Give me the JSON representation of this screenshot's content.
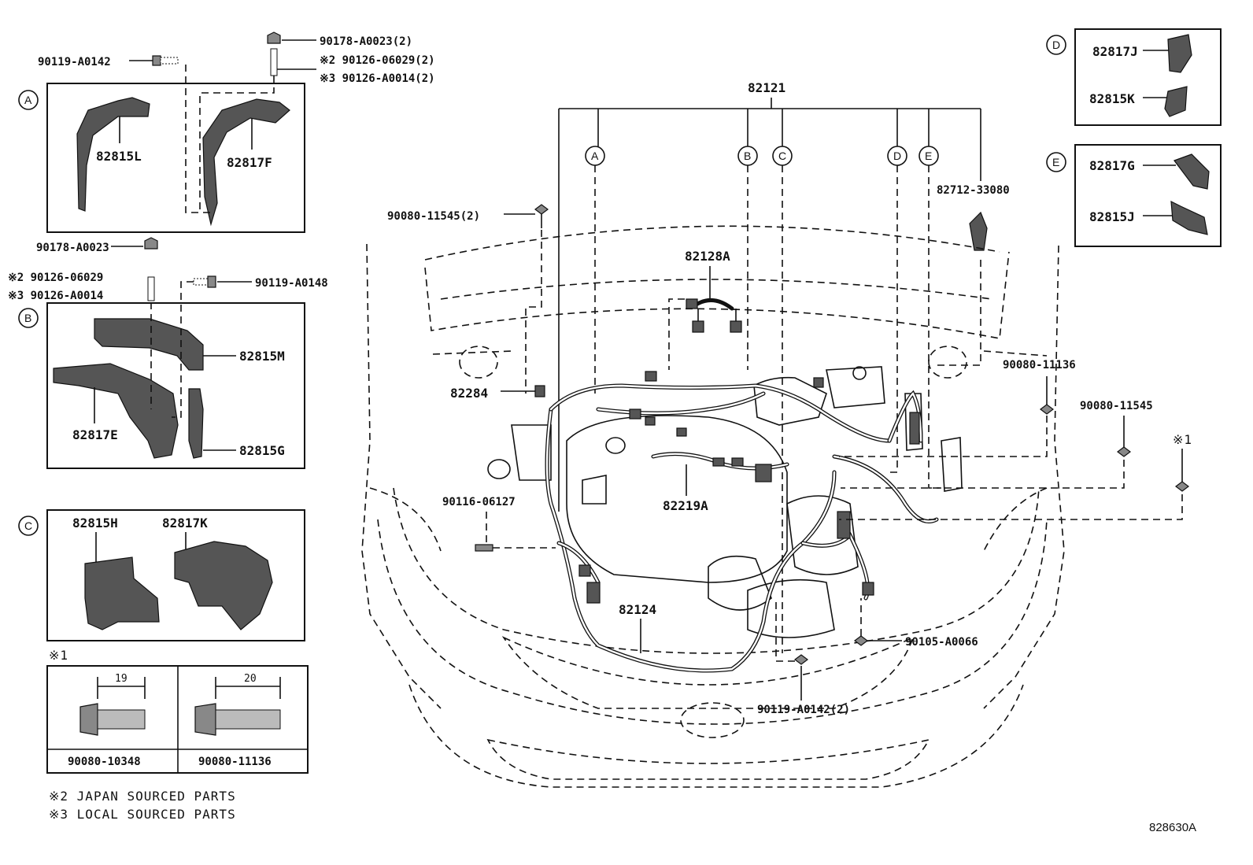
{
  "title_ref": "828630A",
  "callouts": {
    "a": "A",
    "b": "B",
    "c": "C",
    "d": "D",
    "e": "E"
  },
  "labels": {
    "p90119_a0142": "90119-A0142",
    "p90178_a0023_2": "90178-A0023(2)",
    "p90126_06029_2": "※2 90126-06029(2)",
    "p90126_a0014_2": "※3 90126-A0014(2)",
    "p82815L": "82815L",
    "p82817F": "82817F",
    "p90178_a0023": "90178-A0023",
    "p90126_06029": "※2 90126-06029",
    "p90126_a0014": "※3 90126-A0014",
    "p90119_a0148": "90119-A0148",
    "p82815M": "82815M",
    "p82817E": "82817E",
    "p82815G": "82815G",
    "p82815H": "82815H",
    "p82817K": "82817K",
    "note1_marker": "※1",
    "dim19": "19",
    "dim20": "20",
    "p90080_10348": "90080-10348",
    "p90080_11136_tbl": "90080-11136",
    "note2": "※2 JAPAN SOURCED PARTS",
    "note3": "※3 LOCAL SOURCED PARTS",
    "p82121": "82121",
    "p90080_11545_2": "90080-11545(2)",
    "p82712_33080": "82712-33080",
    "p82128A": "82128A",
    "p82284": "82284",
    "p82219A": "82219A",
    "p90116_06127": "90116-06127",
    "p82124": "82124",
    "p90080_11136": "90080-11136",
    "p90080_11545": "90080-11545",
    "note1_right": "※1",
    "p90105_a0066": "90105-A0066",
    "p90119_a0142_2": "90119-A0142(2)",
    "p82817J": "82817J",
    "p82815K": "82815K",
    "p82817G": "82817G",
    "p82815J": "82815J"
  }
}
